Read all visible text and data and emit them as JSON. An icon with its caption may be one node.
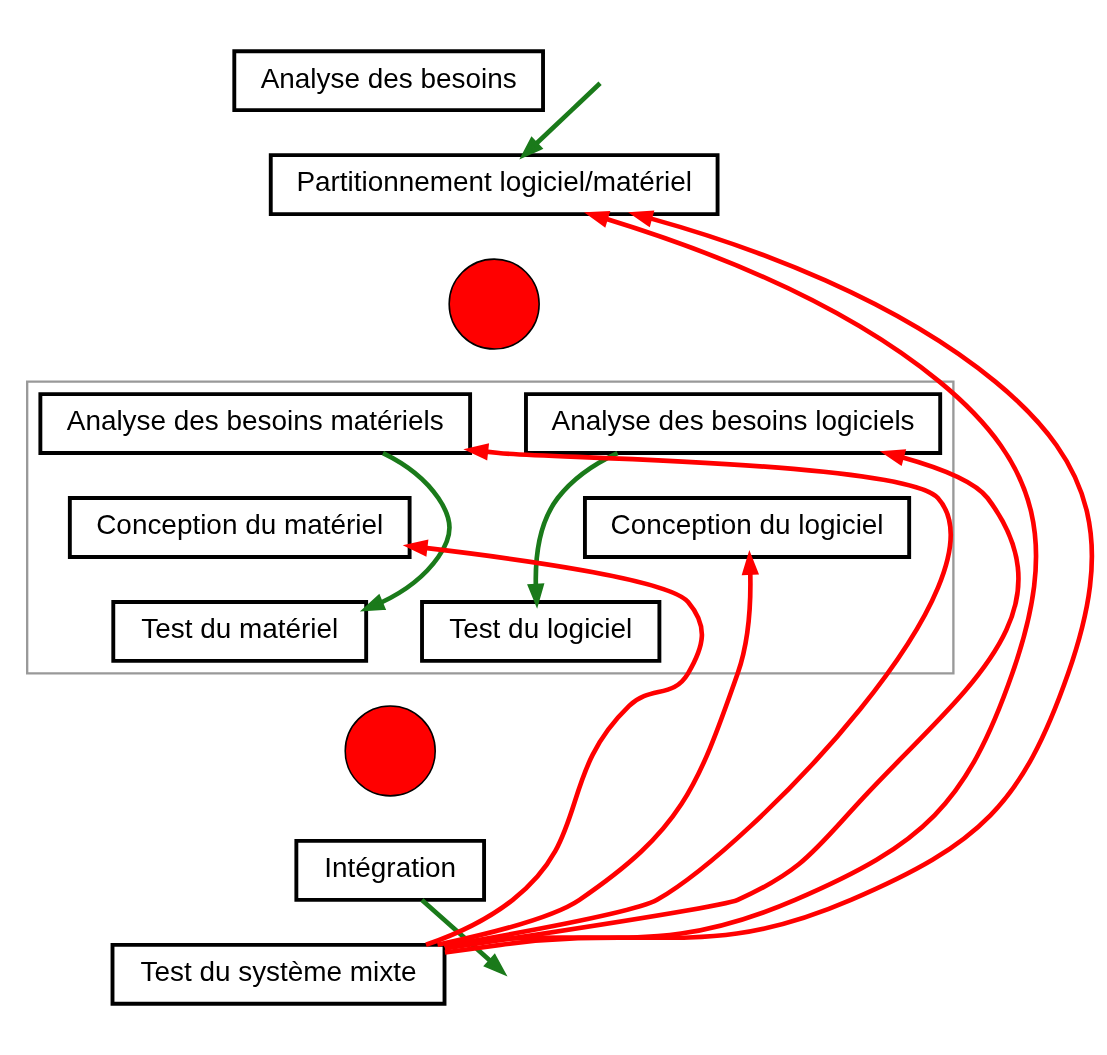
{
  "diagram": {
    "nodes": [
      {
        "text": [
          "Analyse des besoins"
        ]
      },
      {
        "text": [
          "Partitionnement logiciel/matériel"
        ]
      },
      {
        "text": [],
        "shape": "box"
      },
      {
        "text": [
          "Analyse des besoins matériels"
        ],
        "in": 2
      },
      {
        "text": [
          "Conception du matériel"
        ],
        "in": 2
      },
      {
        "text": [
          "Test du matériel"
        ],
        "in": 2
      },
      {
        "text": [
          "Analyse des besoins logiciels"
        ],
        "in": 2
      },
      {
        "text": [
          "Conception du logiciel"
        ],
        "in": 2
      },
      {
        "text": [
          "Test du logiciel"
        ],
        "in": 2
      },
      {
        "text": [],
        "shape": "circle"
      },
      {
        "text": [],
        "shape": "circle"
      },
      {
        "text": [
          "Intégration"
        ]
      },
      {
        "text": [
          "Test du système mixte"
        ]
      }
    ],
    "edges": [
      {
        "from": null,
        "to": 1,
        "arrow": "to",
        "color": "#1a7a1a"
      },
      {
        "from": 3,
        "to": 5,
        "arrow": "to",
        "color": "#1a7a1a"
      },
      {
        "from": 6,
        "to": 8,
        "arrow": "to",
        "color": "#1a7a1a"
      },
      {
        "from": 11,
        "to": null,
        "arrow": "to",
        "color": "#1a7a1a"
      },
      {
        "from": 12,
        "to": 1,
        "arrow": "to",
        "color": "#ff0000"
      },
      {
        "from": 12,
        "to": 3,
        "arrow": "to",
        "color": "#ff0000"
      },
      {
        "from": 12,
        "to": 4,
        "arrow": "to",
        "color": "#ff0000"
      },
      {
        "from": 12,
        "to": 1,
        "arrow": "to",
        "color": "#ff0000"
      },
      {
        "from": 12,
        "to": 6,
        "arrow": "to",
        "color": "#ff0000"
      },
      {
        "from": 12,
        "to": 7,
        "arrow": "to",
        "color": "#ff0000"
      }
    ]
  }
}
